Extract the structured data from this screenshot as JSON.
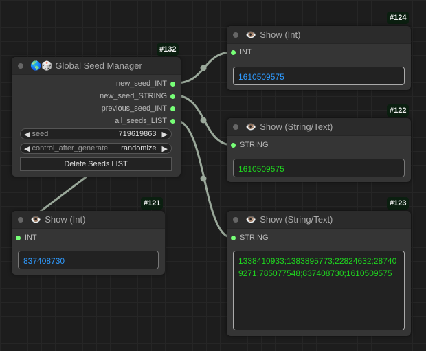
{
  "colors": {
    "int_value": "#2f9bff",
    "string_value": "#1fd41f",
    "slot": "#77ff77"
  },
  "nodes": {
    "seed_manager": {
      "id": "#132",
      "icons": "🌎🎲",
      "title": "Global Seed Manager",
      "outputs": [
        "new_seed_INT",
        "new_seed_STRING",
        "previous_seed_INT",
        "all_seeds_LIST"
      ],
      "seed": {
        "label": "seed",
        "value": "719619863"
      },
      "control": {
        "label": "control_after_generate",
        "value": "randomize"
      },
      "button": "Delete Seeds LIST"
    },
    "show_124": {
      "id": "#124",
      "icon": "👁️",
      "title": "Show (Int)",
      "input": "INT",
      "value": "1610509575"
    },
    "show_122": {
      "id": "#122",
      "icon": "👁️",
      "title": "Show (String/Text)",
      "input": "STRING",
      "value": "1610509575"
    },
    "show_123": {
      "id": "#123",
      "icon": "👁️",
      "title": "Show (String/Text)",
      "input": "STRING",
      "value": "1338410933;1383895773;22824632;287409271;785077548;837408730;1610509575"
    },
    "show_121": {
      "id": "#121",
      "icon": "👁️",
      "title": "Show (Int)",
      "input": "INT",
      "value": "837408730"
    }
  }
}
